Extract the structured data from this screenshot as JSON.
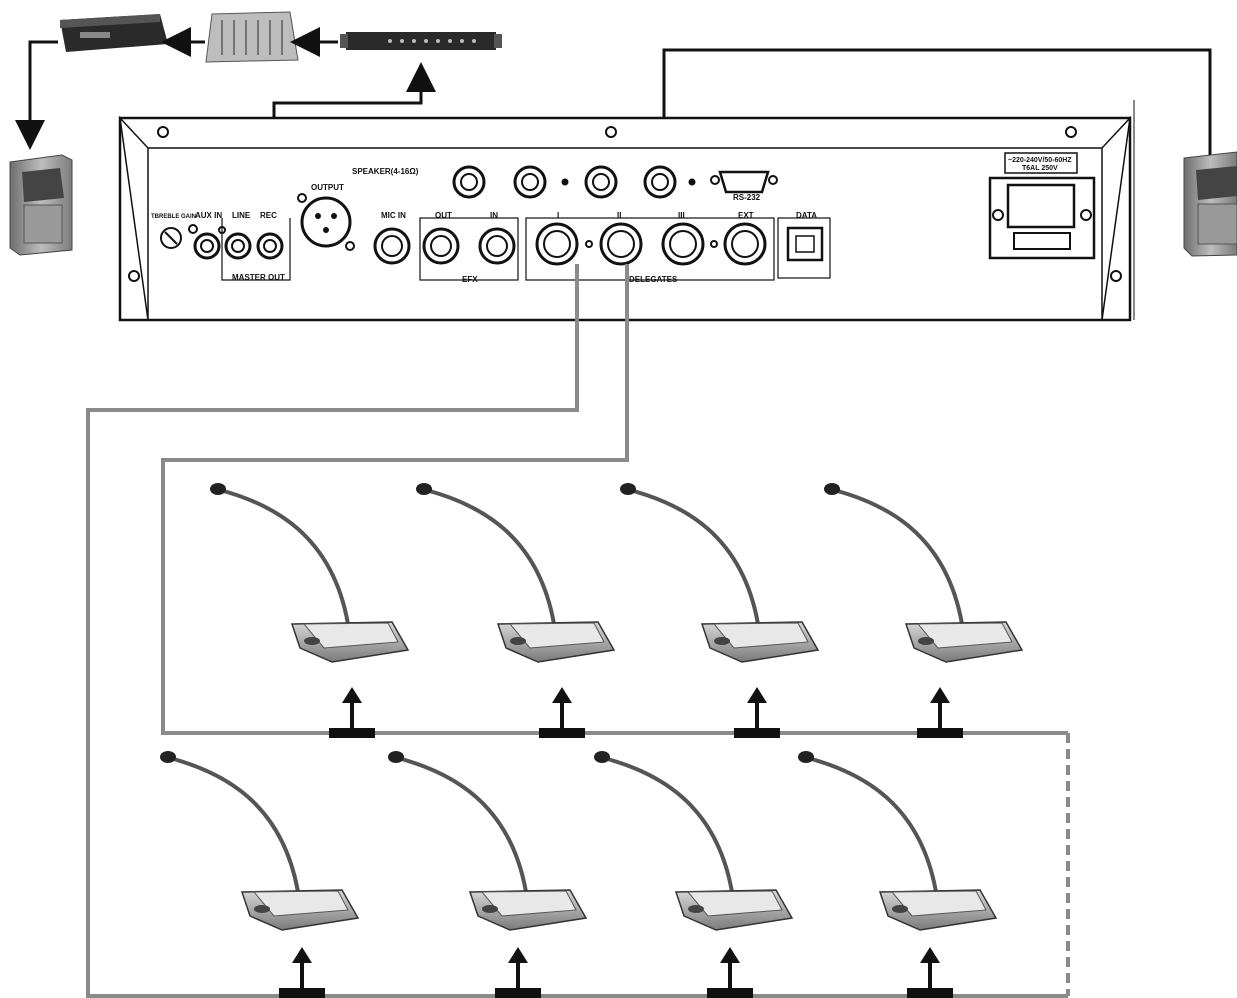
{
  "panel": {
    "labels": {
      "speaker": "SPEAKER(4-16Ω)",
      "output": "OUTPUT",
      "rs232": "RS-232",
      "treble_gain": "TBREBLE GAIN",
      "aux_in": "AUX IN",
      "line": "LINE",
      "rec": "REC",
      "master_out": "MASTER OUT",
      "mic_in": "MIC IN",
      "efx_out": "OUT",
      "efx_in": "IN",
      "efx": "EFX",
      "delegates": "DELEGATES",
      "port_1": "I",
      "port_2": "II",
      "port_3": "III",
      "ext": "EXT",
      "data": "DATA",
      "power_line1": "~220-240V/50-60HZ",
      "power_line2": "T6AL  250V"
    }
  },
  "devices": {
    "top_chain": [
      "power-amplifier",
      "audio-mixer",
      "rack-processor"
    ],
    "speakers": [
      "left-speaker",
      "right-speaker"
    ]
  },
  "microphones": {
    "upper_row_count": 4,
    "lower_row_count": 4
  },
  "colors": {
    "line_black": "#111111",
    "cable_gray": "#8a8a8a",
    "panel_fill": "#ffffff",
    "device_gray": "#9a9a9a"
  },
  "icons": {
    "arrow": "arrow-up-icon",
    "mic": "gooseneck-microphone-icon",
    "connector": "din-connector-icon"
  }
}
